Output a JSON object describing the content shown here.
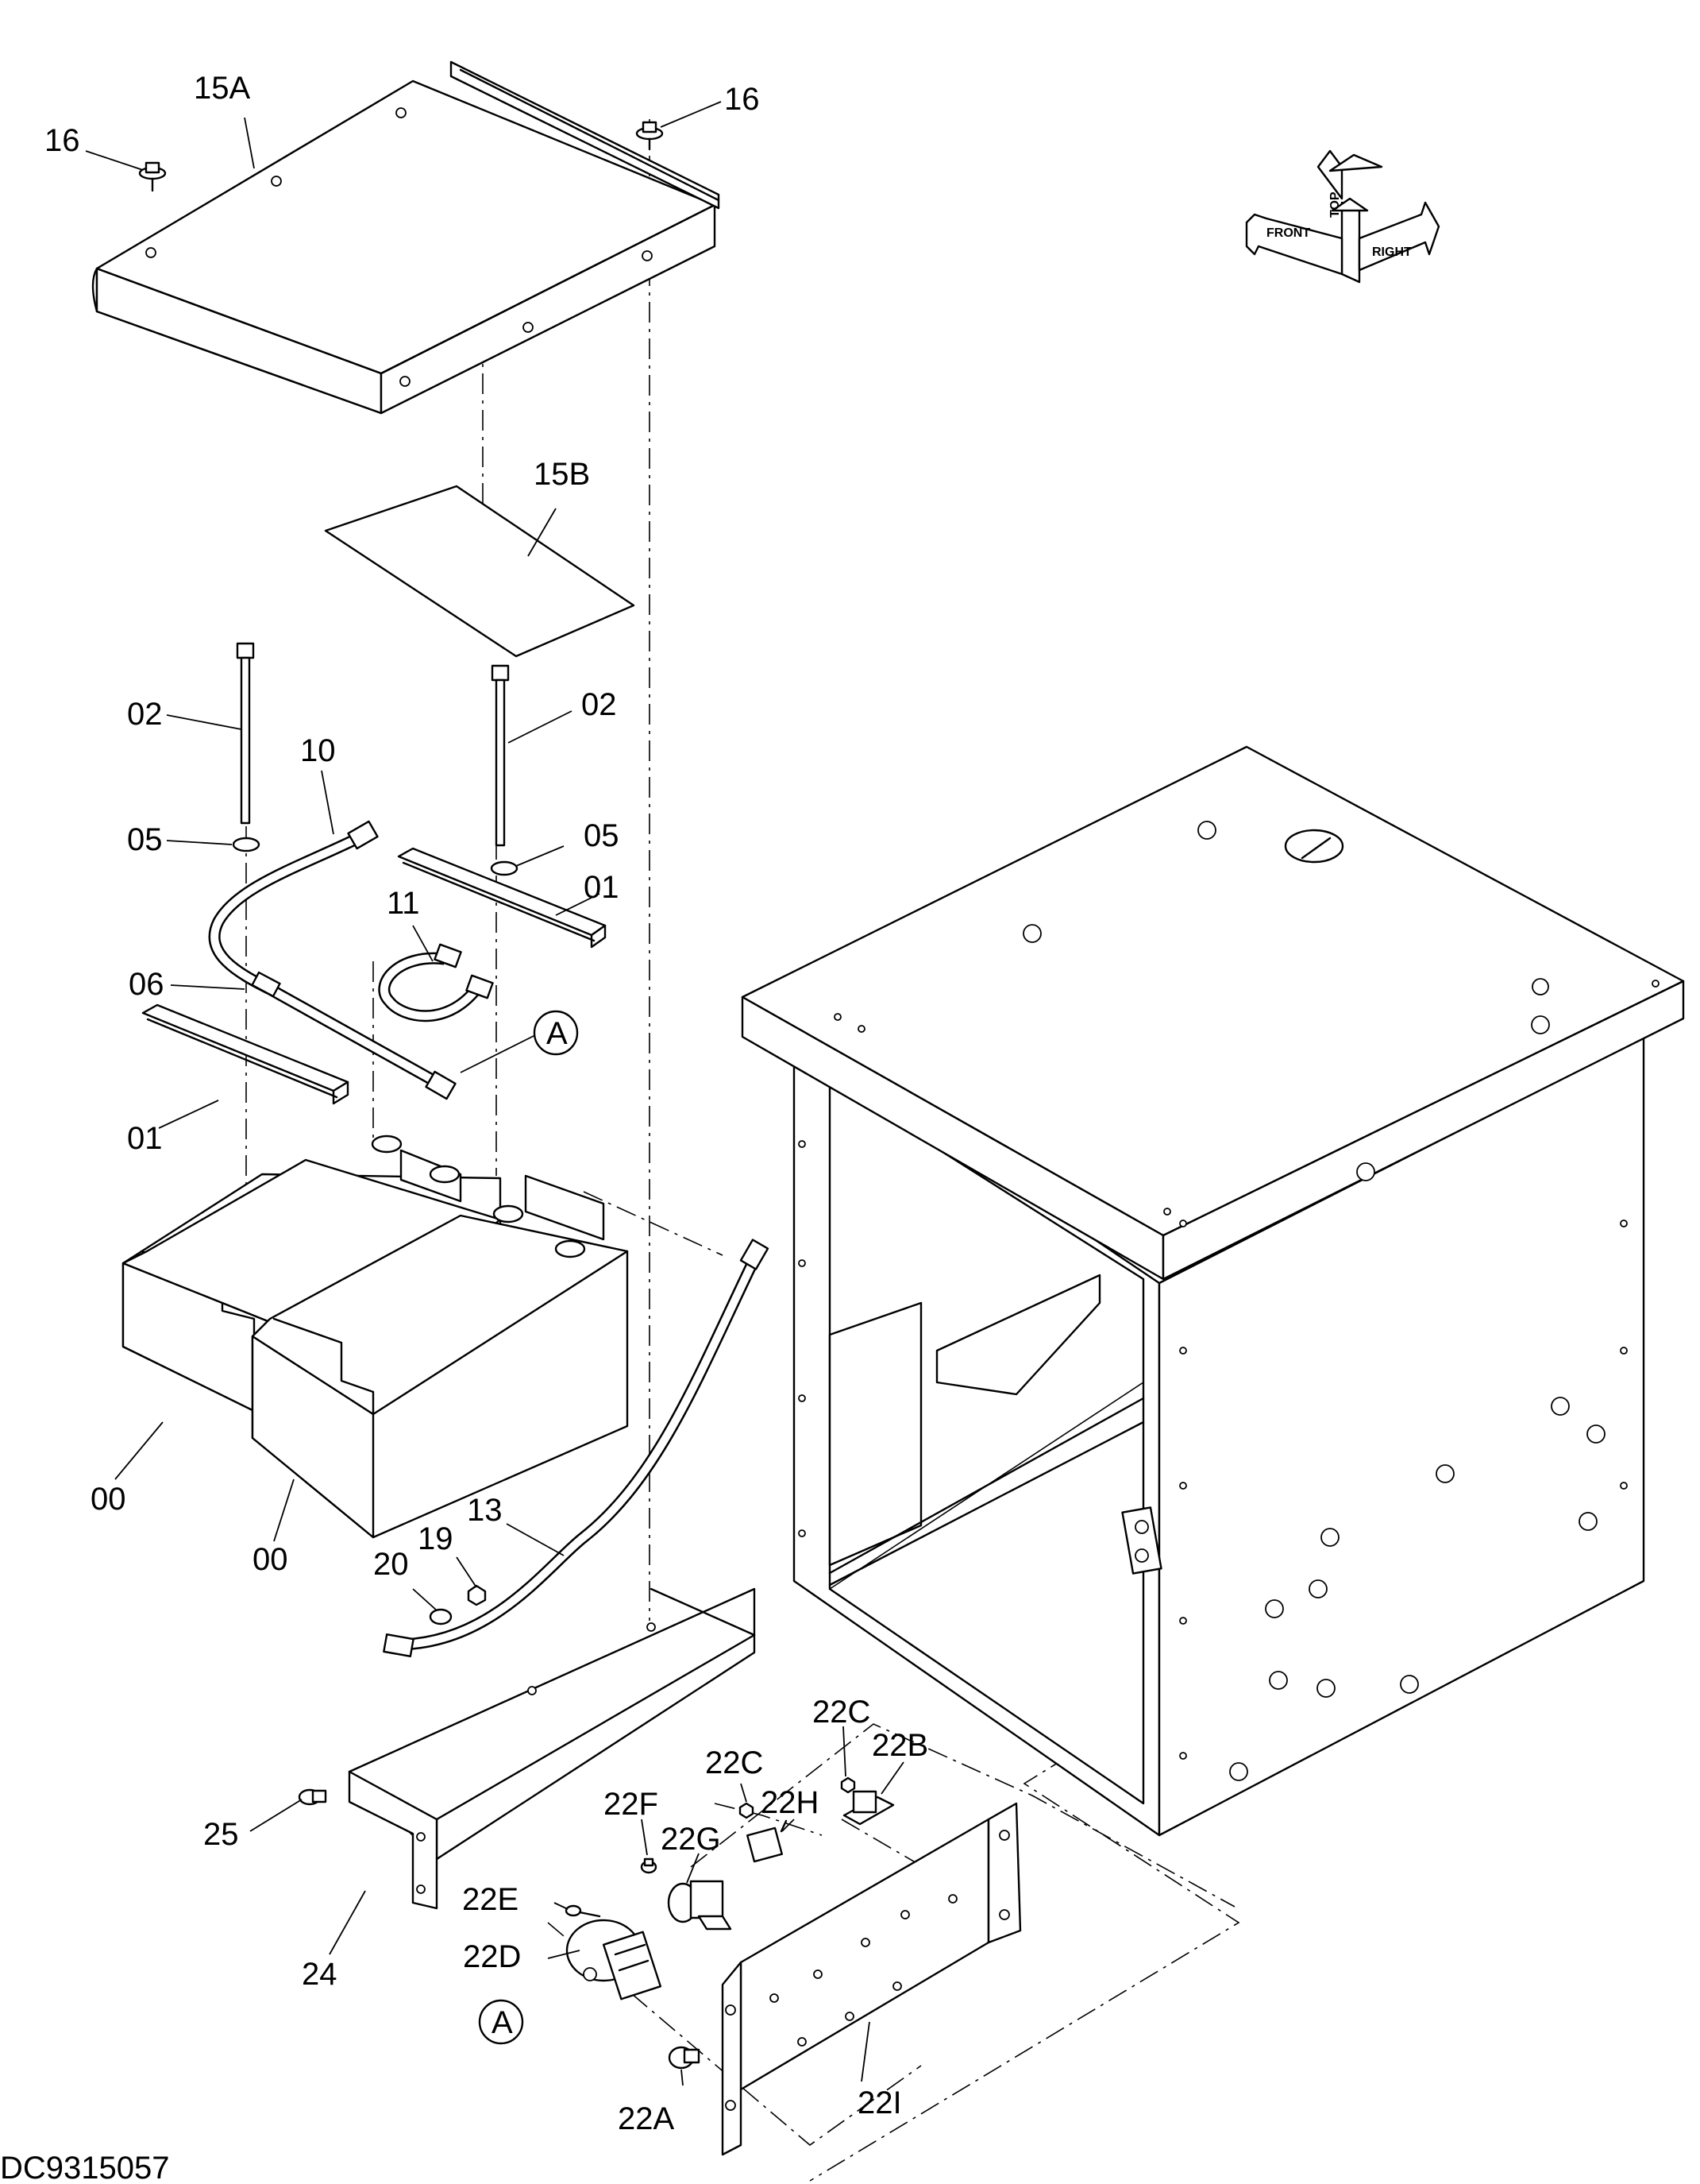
{
  "drawing_id": "DC9315057",
  "orientation_marks": {
    "top": "TOP",
    "front": "FRONT",
    "right": "RIGHT"
  },
  "callouts": {
    "p15A": "15A",
    "p16a": "16",
    "p16b": "16",
    "p15B": "15B",
    "p02a": "02",
    "p02b": "02",
    "p10": "10",
    "p05a": "05",
    "p05b": "05",
    "p01a": "01",
    "p01b": "01",
    "p11": "11",
    "p06": "06",
    "pA1": "A",
    "pA2": "A",
    "p00a": "00",
    "p00b": "00",
    "p13": "13",
    "p19": "19",
    "p20": "20",
    "p25": "25",
    "p24": "24",
    "p22A": "22A",
    "p22B": "22B",
    "p22Ca": "22C",
    "p22Cb": "22C",
    "p22D": "22D",
    "p22E": "22E",
    "p22F": "22F",
    "p22G": "22G",
    "p22H": "22H",
    "p22I": "22I"
  }
}
